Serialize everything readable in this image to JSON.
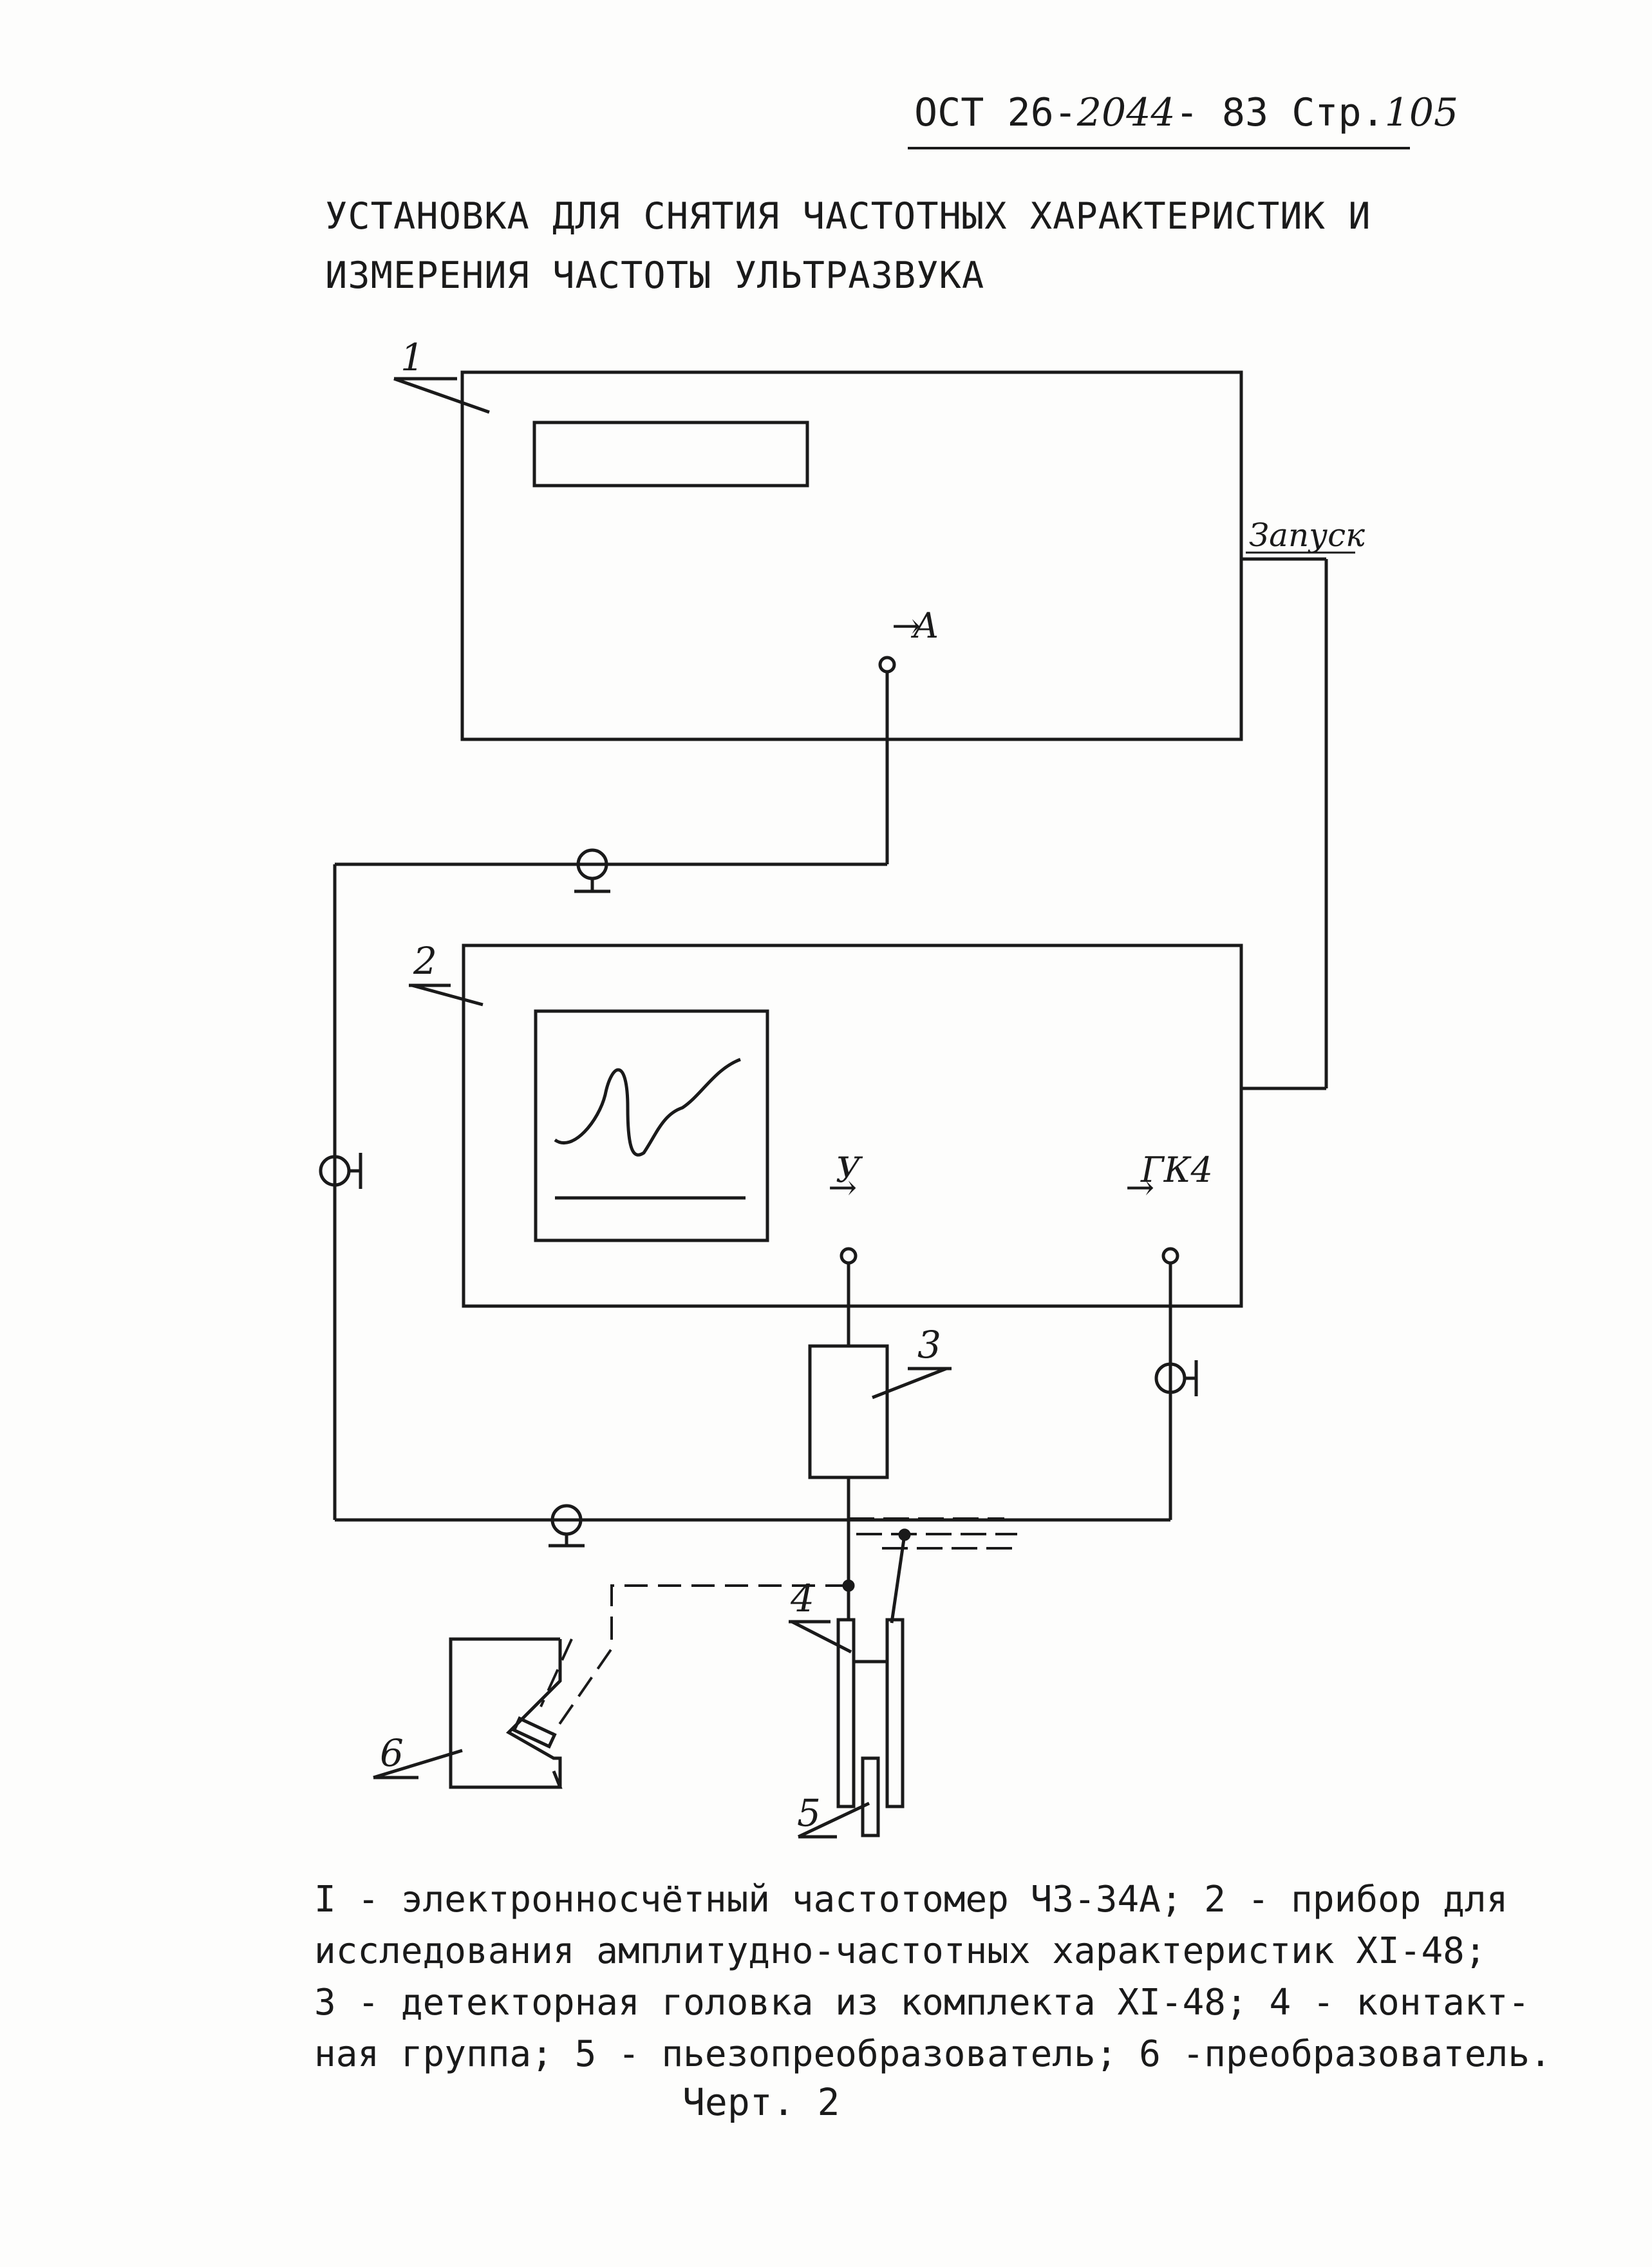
{
  "header": {
    "standard": "ОСТ 26-",
    "number": "2044",
    "year": "- 83 Стр.",
    "page": "105"
  },
  "title": {
    "line1": "УСТАНОВКА ДЛЯ СНЯТИЯ ЧАСТОТНЫХ ХАРАКТЕРИСТИК И",
    "line2": "ИЗМЕРЕНИЯ ЧАСТОТЫ УЛЬТРАЗВУКА"
  },
  "diagram": {
    "labels": {
      "device1": "1",
      "device2": "2",
      "device3": "3",
      "device4": "4",
      "device5": "5",
      "device6": "6",
      "launch": "Запуск",
      "port_a": "А",
      "port_u": "У",
      "port_gk4": "ГК4"
    }
  },
  "caption": {
    "line1": "I - электронносчётный частотомер ЧЗ-34А; 2 - прибор для",
    "line2": "исследования амплитудно-частотных характеристик XI-48;",
    "line3": "3 - детекторная головка из комплекта XI-48; 4 - контакт-",
    "line4": "ная группа; 5 - пьезопреобразователь; 6 -преобразователь."
  },
  "figure_label": "Черт. 2"
}
